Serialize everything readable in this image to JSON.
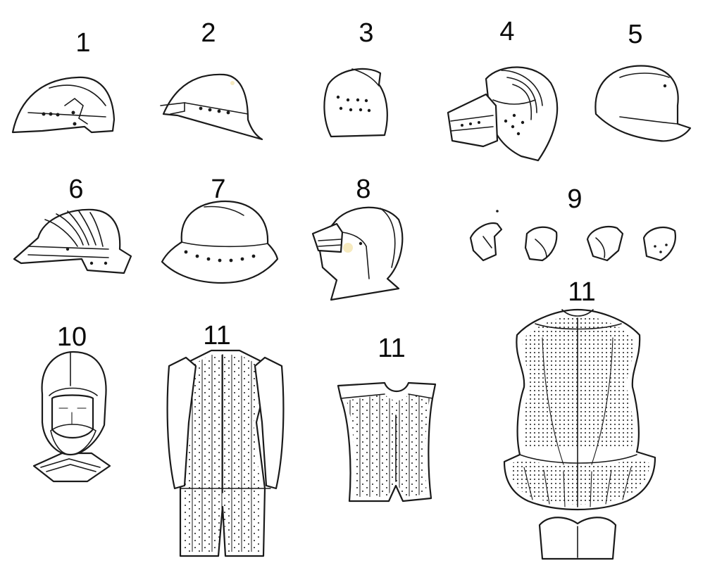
{
  "labels": {
    "n1": "1",
    "n2": "2",
    "n3": "3",
    "n4": "4",
    "n5": "5",
    "n6": "6",
    "n7": "7",
    "n8": "8",
    "n9": "9",
    "n10": "10",
    "n11a": "11",
    "n11b": "11",
    "n11c": "11"
  },
  "colors": {
    "ink": "#1a1a1a",
    "paper": "#ffffff",
    "stain": "#efd98a"
  }
}
